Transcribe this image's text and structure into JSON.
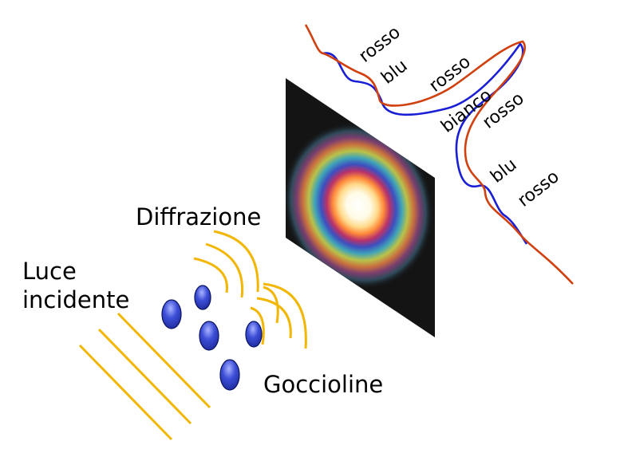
{
  "labels": {
    "diffraction": "Diffrazione",
    "incident_line1": "Luce",
    "incident_line2": "incidente",
    "droplets": "Goccioline"
  },
  "curve_labels": {
    "red_1": "rosso",
    "blue_1": "blu",
    "red_2": "rosso",
    "white": "bianco",
    "red_3": "rosso",
    "blue_2": "blu",
    "red_4": "rosso"
  },
  "colors": {
    "light_rays": "#f2b705",
    "droplet_fill": "#2a3bc4",
    "droplet_highlight": "#aab4ff",
    "red_curve": "#d1400f",
    "blue_curve": "#1a1fd6",
    "screen_dark": "#141414"
  }
}
